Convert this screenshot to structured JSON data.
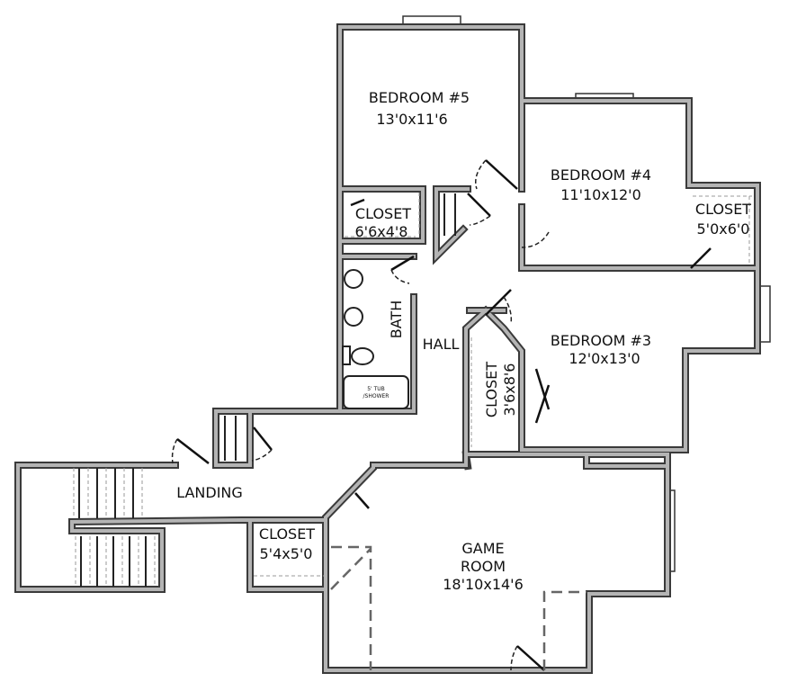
{
  "rooms": {
    "bedroom5": {
      "name": "BEDROOM #5",
      "size": "13'0x11'6"
    },
    "bedroom4": {
      "name": "BEDROOM #4",
      "size": "11'10x12'0"
    },
    "bedroom3": {
      "name": "BEDROOM #3",
      "size": "12'0x13'0"
    },
    "closet_b5": {
      "name": "CLOSET",
      "size": "6'6x4'8"
    },
    "closet_b4": {
      "name": "CLOSET",
      "size": "5'0x6'0"
    },
    "closet_b3": {
      "name": "CLOSET",
      "size": "3'6x8'6"
    },
    "closet_landing": {
      "name": "CLOSET",
      "size": "5'4x5'0"
    },
    "bath": {
      "name": "BATH"
    },
    "hall": {
      "name": "HALL"
    },
    "landing": {
      "name": "LANDING"
    },
    "game_room": {
      "name_line1": "GAME",
      "name_line2": "ROOM",
      "size": "18'10x14'6"
    }
  },
  "fixtures": {
    "tub_label_1": "5' TUB",
    "tub_label_2": "/SHOWER"
  },
  "colors": {
    "wall_outline": "#3a3a3a",
    "wall_fill": "#b4b4b4"
  }
}
